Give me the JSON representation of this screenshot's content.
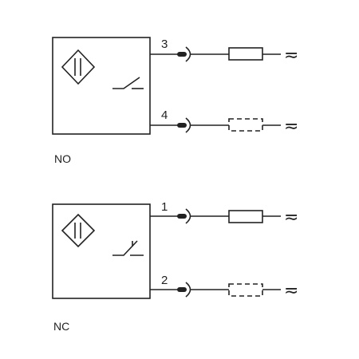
{
  "diagrams": [
    {
      "caption": "NO",
      "terminals": [
        {
          "pin": "3",
          "load": "solid",
          "supply": "≂"
        },
        {
          "pin": "4",
          "load": "dashed",
          "supply": "≂"
        }
      ]
    },
    {
      "caption": "NC",
      "terminals": [
        {
          "pin": "1",
          "load": "solid",
          "supply": "≂"
        },
        {
          "pin": "2",
          "load": "dashed",
          "supply": "≂"
        }
      ]
    }
  ],
  "colors": {
    "line": "#222222",
    "background": "#ffffff"
  }
}
